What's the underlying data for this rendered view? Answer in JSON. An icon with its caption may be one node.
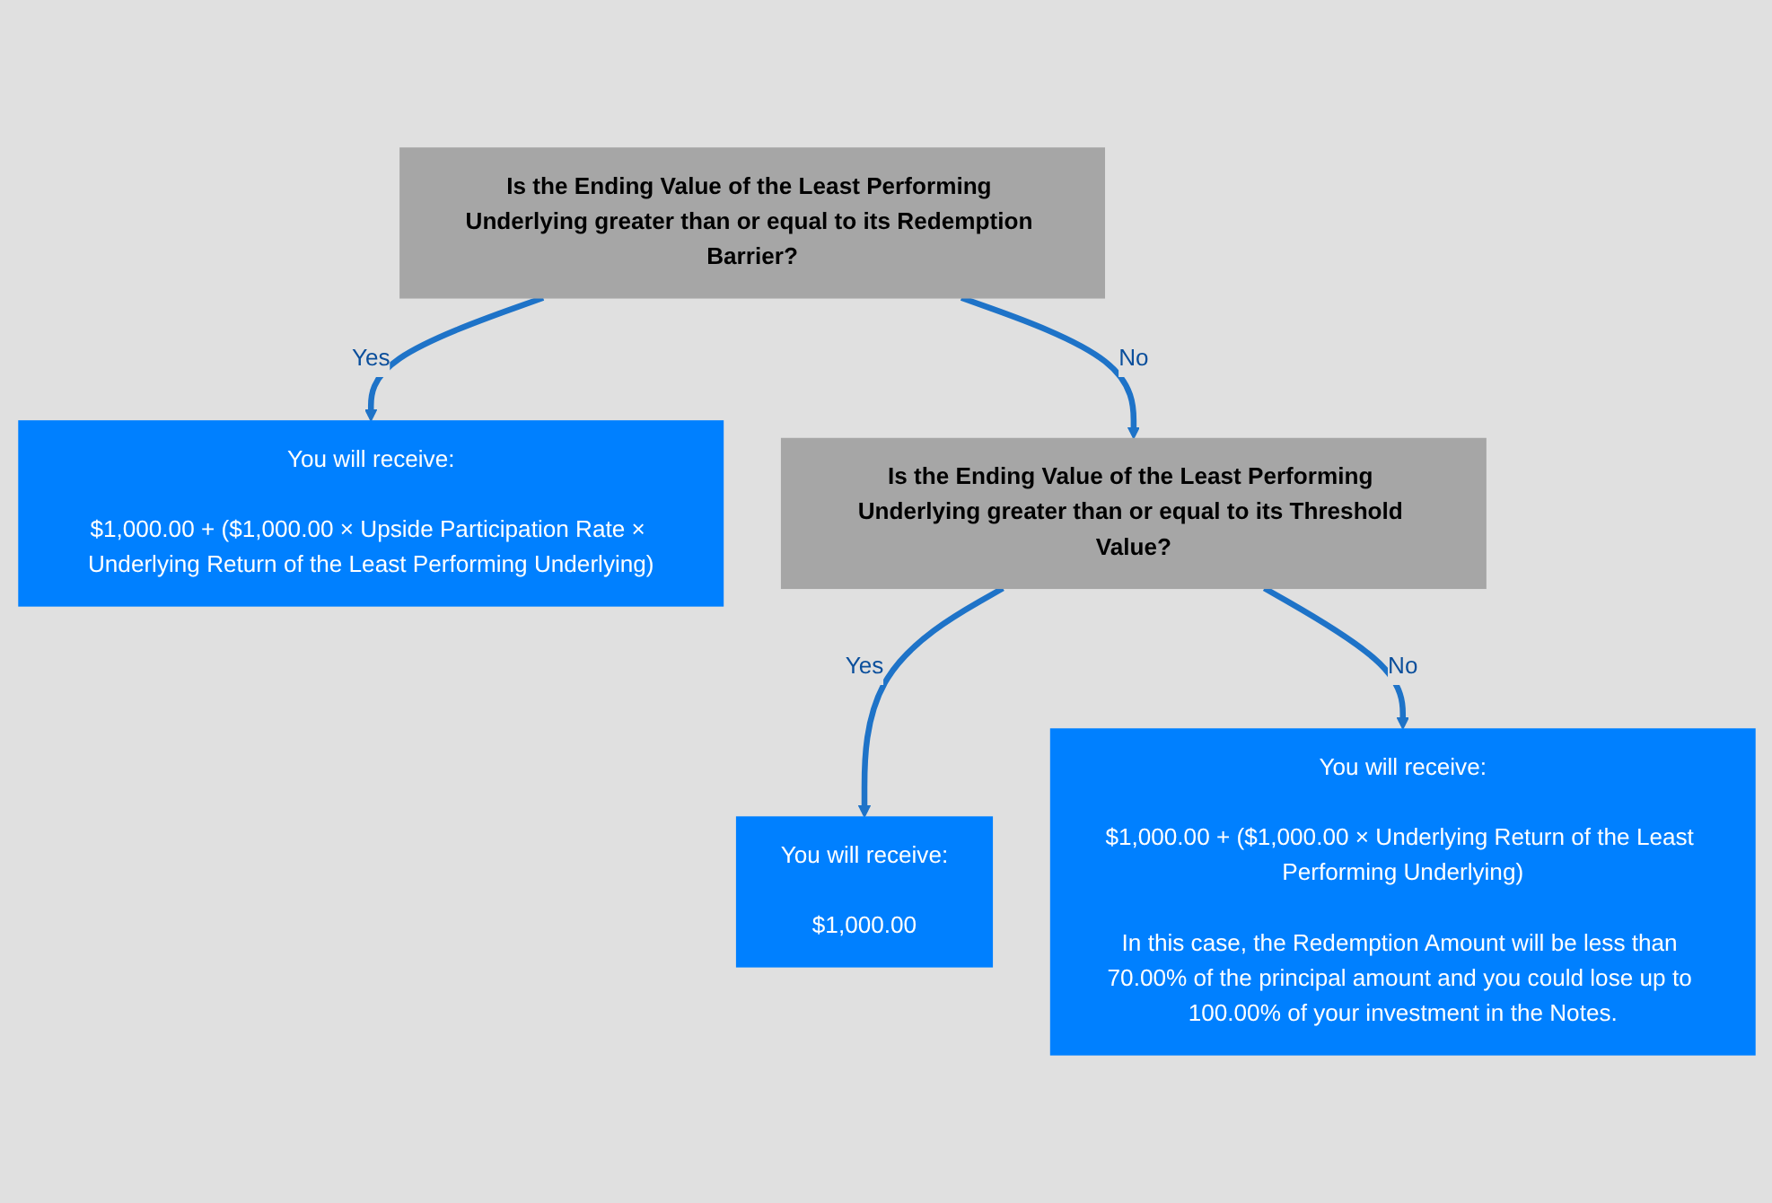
{
  "diagram": {
    "nodes": [
      {
        "text": [
          "Is the Ending Value of the Least Performing Underlying greater than or equal to its Redemption Barrier?"
        ]
      },
      {
        "text": [
          "You will receive:",
          "$1,000.00 + ($1,000.00 × Upside Participation Rate × Underlying Return of the Least Performing Underlying)"
        ]
      },
      {
        "text": [
          "Is the Ending Value of the Least Performing Underlying greater than or equal to its Threshold Value?"
        ]
      },
      {
        "text": [
          "You will receive:",
          "$1,000.00"
        ]
      },
      {
        "text": [
          "You will receive:",
          "$1,000.00 + ($1,000.00 × Underlying Return of the Least Performing Underlying)",
          "In this case, the Redemption Amount will be less than 70.00% of the principal amount and you could lose up to 100.00% of your investment in the Notes."
        ]
      }
    ],
    "edges": [
      {
        "from": 0,
        "to": 1,
        "arrow": "to",
        "label": "Yes"
      },
      {
        "from": 0,
        "to": 2,
        "arrow": "to",
        "label": "No"
      },
      {
        "from": 2,
        "to": 3,
        "arrow": "to",
        "label": "Yes"
      },
      {
        "from": 2,
        "to": 4,
        "arrow": "to",
        "label": "No"
      }
    ]
  }
}
